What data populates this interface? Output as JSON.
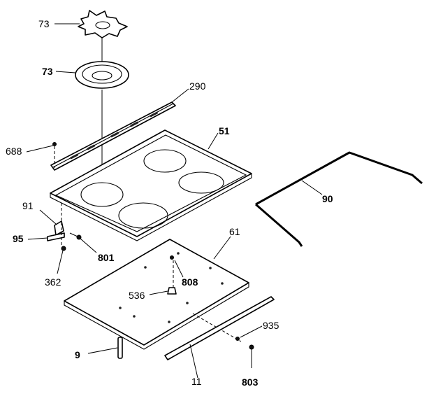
{
  "callouts": {
    "c73_top": "73",
    "c73_bowl": "73",
    "c290": "290",
    "c51": "51",
    "c688": "688",
    "c90": "90",
    "c91": "91",
    "c95": "95",
    "c801": "801",
    "c362": "362",
    "c61": "61",
    "c808": "808",
    "c536": "536",
    "c935": "935",
    "c9": "9",
    "c11": "11",
    "c803": "803"
  }
}
